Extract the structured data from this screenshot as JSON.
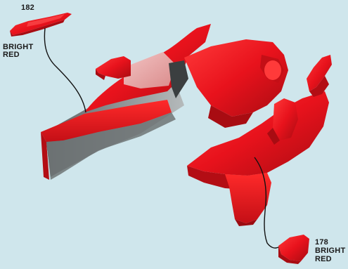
{
  "parts": [
    {
      "number": "182",
      "color_line1": "BRIGHT",
      "color_line2": "RED"
    },
    {
      "number": "178",
      "color_line1": "BRIGHT",
      "color_line2": "RED"
    }
  ],
  "colors": {
    "background": "#cfe6ec",
    "part_red": "#e8121c",
    "part_red_dark": "#b30d14",
    "part_red_light": "#ff4a4a",
    "interior_grey": "#7a8082",
    "leader_line": "#111111"
  }
}
